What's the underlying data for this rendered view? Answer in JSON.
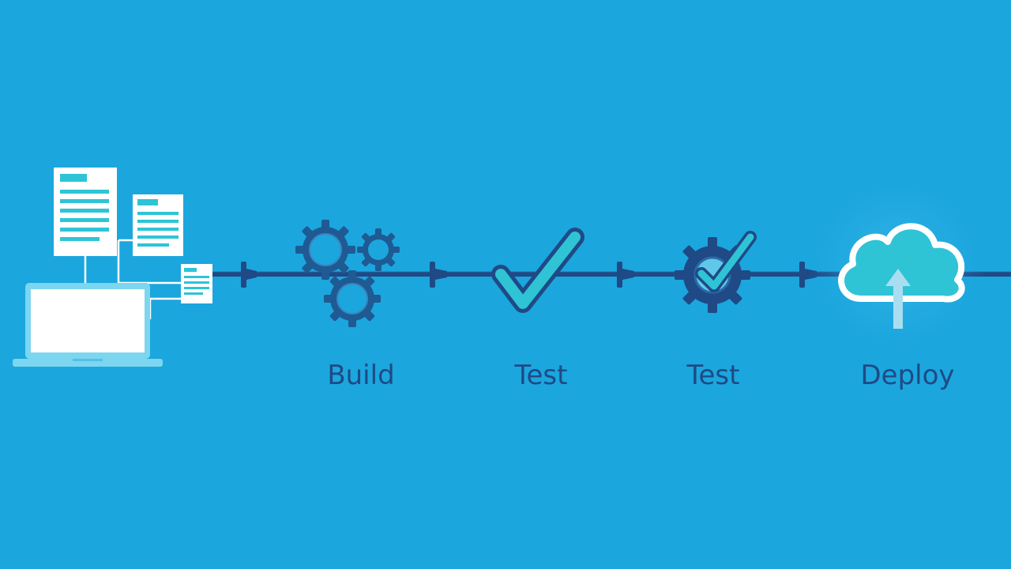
{
  "stages": [
    {
      "id": "build",
      "label": "Build",
      "icon": "gears-icon"
    },
    {
      "id": "test-1",
      "label": "Test",
      "icon": "checkmark-icon"
    },
    {
      "id": "test-2",
      "label": "Test",
      "icon": "gear-check-icon"
    },
    {
      "id": "deploy",
      "label": "Deploy",
      "icon": "cloud-upload-icon"
    }
  ],
  "source": {
    "icon": "laptop-documents-icon"
  },
  "colors": {
    "background": "#1ba6de",
    "pipeline": "#1f4a85",
    "label": "#1f4a85",
    "accent": "#2ec4d6",
    "gear": "#1f5a93",
    "white": "#ffffff"
  }
}
